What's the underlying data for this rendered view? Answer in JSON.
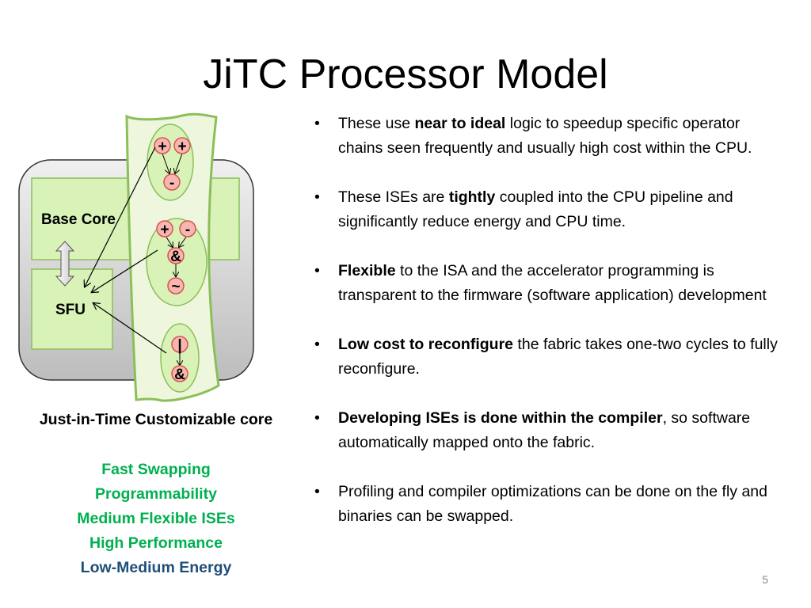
{
  "slide": {
    "title": "JiTC Processor Model",
    "page_number": "5"
  },
  "diagram": {
    "base_core_label": "Base Core",
    "sfu_label": "SFU",
    "caption": "Just-in-Time Customizable core",
    "ovals": [
      {
        "ops": [
          "+",
          "+",
          "-"
        ]
      },
      {
        "ops": [
          "+",
          "-",
          "&",
          "~"
        ]
      },
      {
        "ops": [
          "|",
          "&"
        ]
      }
    ]
  },
  "features": [
    {
      "label": "Fast Swapping",
      "color": "#00b050"
    },
    {
      "label": "Programmability",
      "color": "#00b050"
    },
    {
      "label": "Medium Flexible ISEs",
      "color": "#00b050"
    },
    {
      "label": "High Performance",
      "color": "#00b050"
    },
    {
      "label": "Low-Medium Energy",
      "color": "#1f4e79"
    }
  ],
  "bullets": [
    {
      "segments": [
        {
          "text": "These use ",
          "bold": false
        },
        {
          "text": "near to ideal",
          "bold": true
        },
        {
          "text": " logic to speedup specific operator chains seen frequently and usually high cost within the CPU.",
          "bold": false
        }
      ]
    },
    {
      "segments": [
        {
          "text": "These ISEs  are ",
          "bold": false
        },
        {
          "text": "tightly",
          "bold": true
        },
        {
          "text": " coupled into the CPU pipeline and significantly reduce energy and CPU time.",
          "bold": false
        }
      ]
    },
    {
      "segments": [
        {
          "text": "Flexible",
          "bold": true
        },
        {
          "text": " to the ISA and the accelerator programming is transparent to the firmware (software application) development",
          "bold": false
        }
      ]
    },
    {
      "segments": [
        {
          "text": "Low cost to reconfigure",
          "bold": true
        },
        {
          "text": " the fabric takes one-two cycles to fully reconfigure.",
          "bold": false
        }
      ]
    },
    {
      "segments": [
        {
          "text": "Developing ISEs is done within the compiler",
          "bold": true
        },
        {
          "text": ", so software automatically  mapped onto the fabric.",
          "bold": false
        }
      ]
    },
    {
      "segments": [
        {
          "text": "Profiling and compiler optimizations can be done on the fly and binaries can be swapped.",
          "bold": false
        }
      ]
    }
  ],
  "colors": {
    "core_fill": "#d9f2b8",
    "core_border": "#8bbf5a",
    "fabric_fill": "#eef7de",
    "node_fill": "#f7b6b0",
    "node_border": "#d9534f",
    "features_green": "#00b050",
    "features_blue": "#1f4e79"
  }
}
